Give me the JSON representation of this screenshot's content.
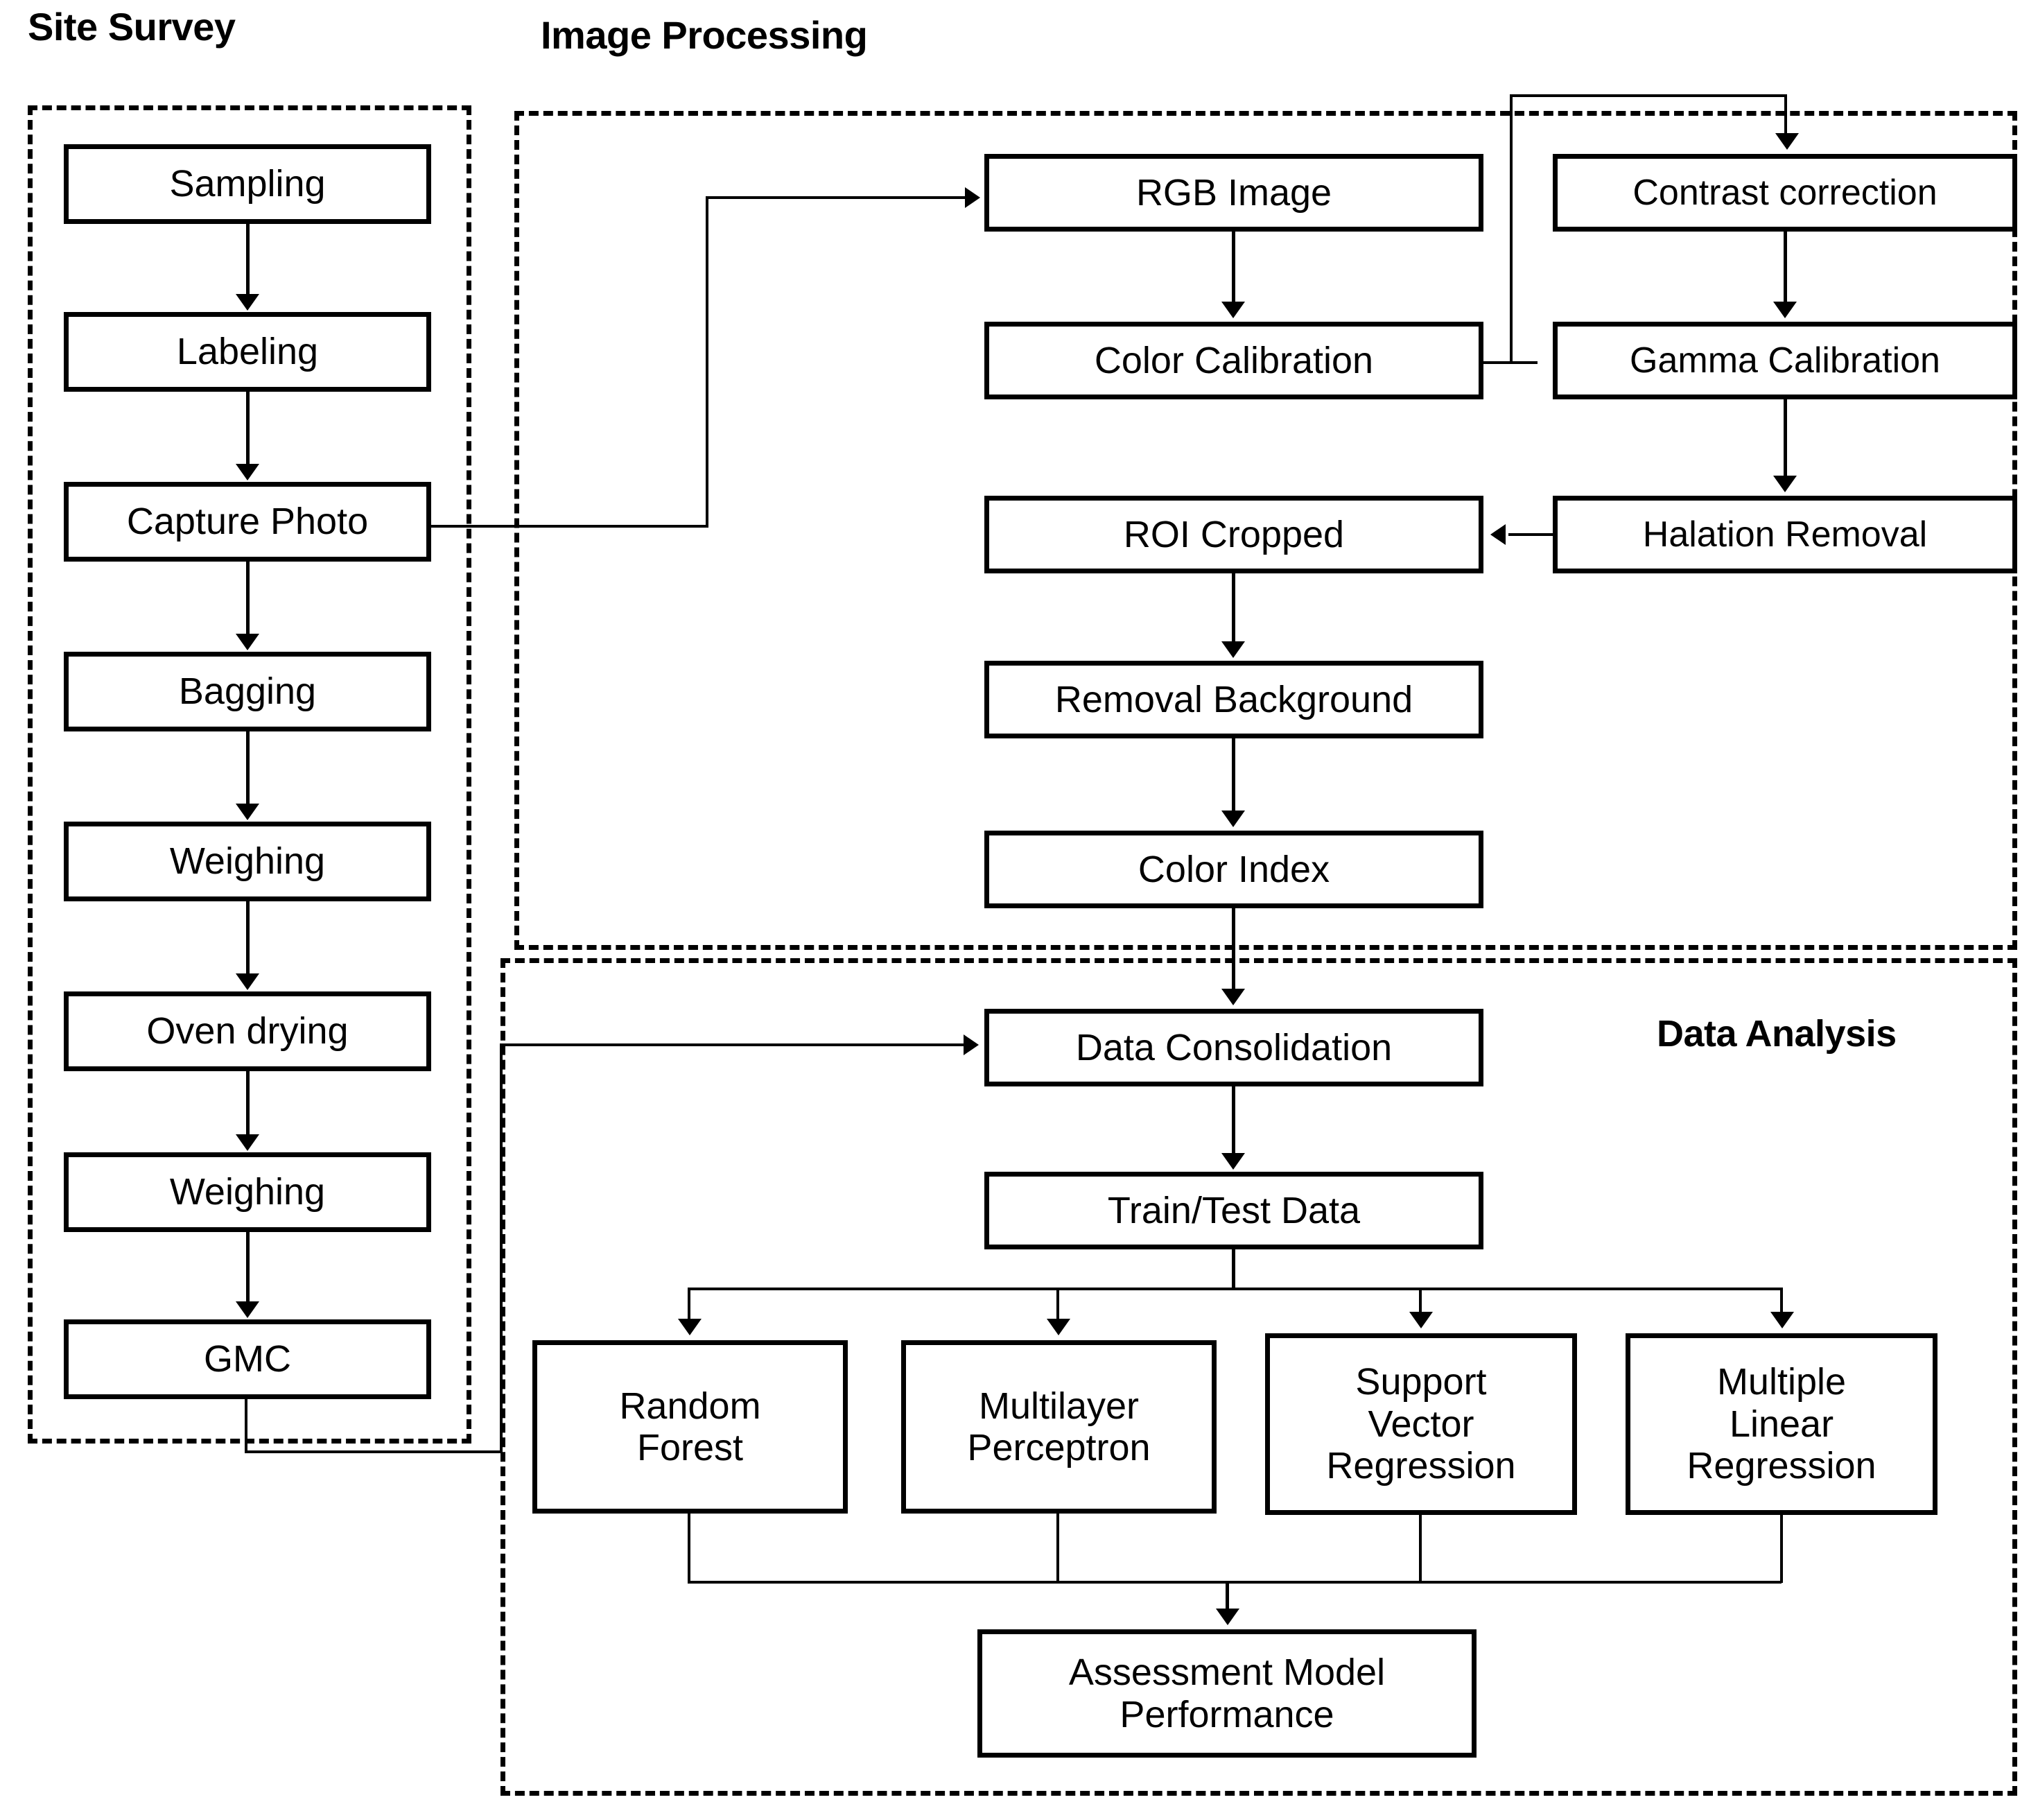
{
  "diagram": {
    "title_visible": false,
    "sections": [
      {
        "id": "site-survey",
        "label": "Site Survey"
      },
      {
        "id": "image-processing",
        "label": "Image Processing"
      },
      {
        "id": "data-analysis",
        "label": "Data Analysis"
      }
    ]
  },
  "site_survey": {
    "label": "Site Survey",
    "nodes": [
      {
        "id": "sampling",
        "label": "Sampling"
      },
      {
        "id": "labeling",
        "label": "Labeling"
      },
      {
        "id": "capture-photo",
        "label": "Capture Photo"
      },
      {
        "id": "bagging",
        "label": "Bagging"
      },
      {
        "id": "weighing-1",
        "label": "Weighing"
      },
      {
        "id": "oven-drying",
        "label": "Oven drying"
      },
      {
        "id": "weighing-2",
        "label": "Weighing"
      },
      {
        "id": "gmc",
        "label": "GMC"
      }
    ]
  },
  "image_processing": {
    "label": "Image Processing",
    "nodes": [
      {
        "id": "rgb-image",
        "label": "RGB Image"
      },
      {
        "id": "color-calibration",
        "label": "Color Calibration"
      },
      {
        "id": "roi-cropped",
        "label": "ROI Cropped"
      },
      {
        "id": "removal-background",
        "label": "Removal Background"
      },
      {
        "id": "color-index",
        "label": "Color Index"
      },
      {
        "id": "contrast-correction",
        "label": "Contrast correction"
      },
      {
        "id": "gamma-calibration",
        "label": "Gamma Calibration"
      },
      {
        "id": "halation-removal",
        "label": "Halation Removal"
      }
    ]
  },
  "data_analysis": {
    "label": "Data Analysis",
    "nodes": [
      {
        "id": "data-consolidation",
        "label": "Data Consolidation"
      },
      {
        "id": "train-test-data",
        "label": "Train/Test Data"
      },
      {
        "id": "random-forest",
        "line1": "Random",
        "line2": "Forest"
      },
      {
        "id": "multilayer-perceptron",
        "line1": "Multilayer",
        "line2": "Perceptron"
      },
      {
        "id": "support-vector-regression",
        "line1": "Support",
        "line2": "Vector",
        "line3": "Regression"
      },
      {
        "id": "multiple-linear-regression",
        "line1": "Multiple",
        "line2": "Linear",
        "line3": "Regression"
      },
      {
        "id": "assessment-model-performance",
        "line1": "Assessment Model",
        "line2": "Performance"
      }
    ]
  },
  "colors": {
    "stroke": "#000000",
    "background": "#ffffff"
  }
}
